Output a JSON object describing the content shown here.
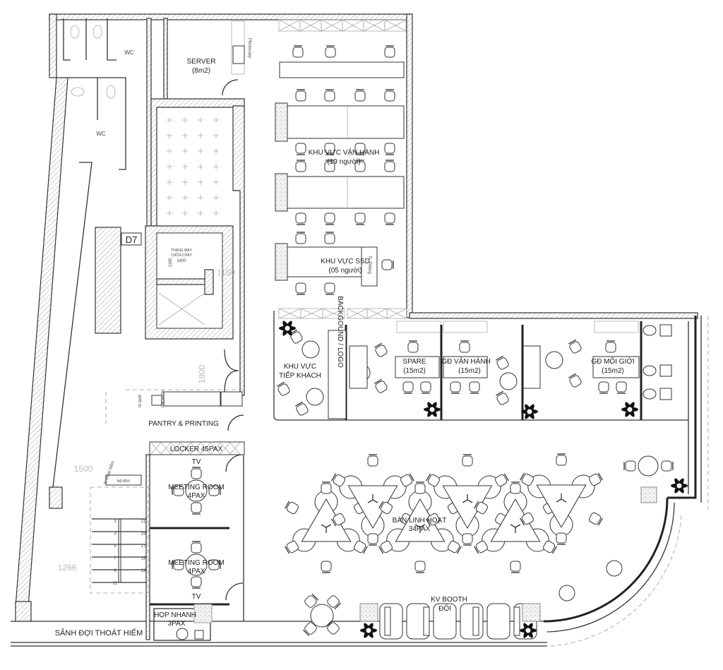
{
  "rooms": {
    "wc_top": "WC",
    "wc_bottom": "WC",
    "server": "SERVER",
    "server_area": "(8m2)",
    "photocopy": "Photocopy",
    "ops_zone": "KHU VỰC VẬN HÀNH",
    "ops_count": "(19 người)",
    "ssd_zone": "KHU VỰC SSD",
    "ssd_count": "(05 người)",
    "team_lead": "Tr. Phòng",
    "column_tag": "D7",
    "elevator_line1": "THANG MÁY",
    "elevator_line2": "CHỮA CHÁY",
    "elevator_width": "1400",
    "elevator_depth": "1100",
    "fridge": "tủ lạnh",
    "water": "cây nước",
    "pantry": "PANTRY & PRINTING",
    "locker": "LOCKER 45PAX",
    "storage": "kệ kho",
    "hydrant": "tủ thoát hiểm",
    "meeting1_line1": "MEETING ROOM",
    "meeting1_line2": "4PAX",
    "meeting2_line1": "MEETING ROOM",
    "meeting2_line2": "4PAX",
    "tv1": "TV",
    "tv2": "TV",
    "huddle_line1": "HỌP NHANH",
    "huddle_line2": "3PAX",
    "lobby": "SẢNH ĐỢI THOÁT HIỂM",
    "reception_line1": "KHU VỰC",
    "reception_line2": "TIẾP KHÁCH",
    "logo_wall": "BACKGOUND / LOGO",
    "spare": "SPARE",
    "spare_area": "(15m2)",
    "ops_director": "GĐ VẬN HÀNH",
    "ops_director_area": "(15m2)",
    "broker_director": "GĐ MÔI GIỚI",
    "broker_director_area": "(15m2)",
    "flex_line1": "BÀN LINH HOẠT",
    "flex_line2": "34PAX",
    "booth_line1": "KV BOOTH",
    "booth_line2": "ĐÔI"
  },
  "dimensions": {
    "d1150": "1150",
    "d1800": "1800",
    "d1500": "1500",
    "d1266": "1266"
  },
  "stairs": {
    "left": [
      "1",
      "3",
      "5",
      "7",
      "9",
      "11"
    ],
    "right": [
      "21",
      "19",
      "17",
      "15",
      "13"
    ]
  }
}
